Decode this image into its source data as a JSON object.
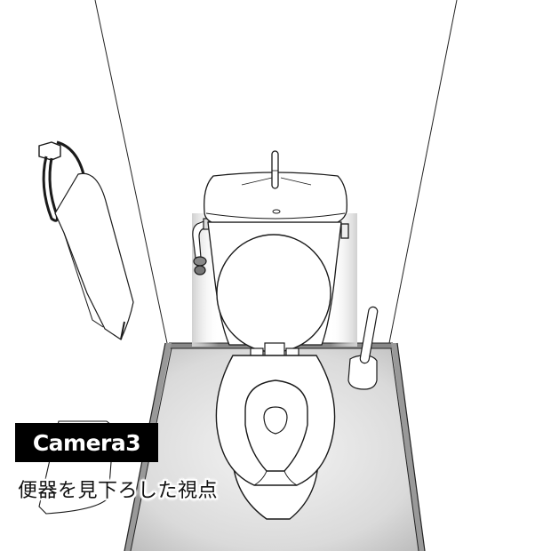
{
  "scene": {
    "description": "Manga-style line illustration of a Japanese toilet stall viewed from above",
    "objects": [
      "wall-mounted toilet paper holder with hanging towel/paper",
      "toilet tank with faucet spout",
      "toilet lid (raised)",
      "toilet seat (U-shaped)",
      "toilet brush in holder",
      "floor mat",
      "water supply pipe"
    ],
    "colors": {
      "line": "#1a1a1a",
      "floor_shade": "#dcdcdc",
      "wall": "#ffffff",
      "caption_bg": "#000000",
      "caption_fg": "#ffffff"
    }
  },
  "caption": {
    "title": "Camera3",
    "subtitle": "便器を見下ろした視点"
  }
}
